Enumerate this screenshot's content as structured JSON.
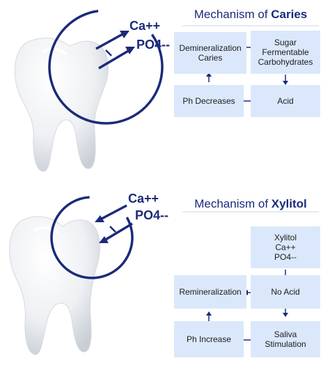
{
  "colors": {
    "accent": "#1b2a7a",
    "cell": "#dbe8fb",
    "line": "#c9d4e8"
  },
  "caries": {
    "ion_ca": "Ca++",
    "ion_po4": "PO4--",
    "title_prefix": "Mechanism of ",
    "title_bold": "Caries",
    "cells": {
      "demineralization": "Demineralization\nCaries",
      "sugar": "Sugar\nFermentable\nCarbohydrates",
      "ph_decreases": "Ph Decreases",
      "acid": "Acid"
    }
  },
  "xylitol": {
    "ion_ca": "Ca++",
    "ion_po4": "PO4--",
    "title_prefix": "Mechanism of ",
    "title_bold": "Xylitol",
    "cells": {
      "xylitol": "Xylitol\nCa++\nPO4--",
      "remineralization": "Remineralization",
      "no_acid": "No Acid",
      "ph_increase": "Ph Increase",
      "saliva": "Saliva\nStimulation"
    }
  }
}
